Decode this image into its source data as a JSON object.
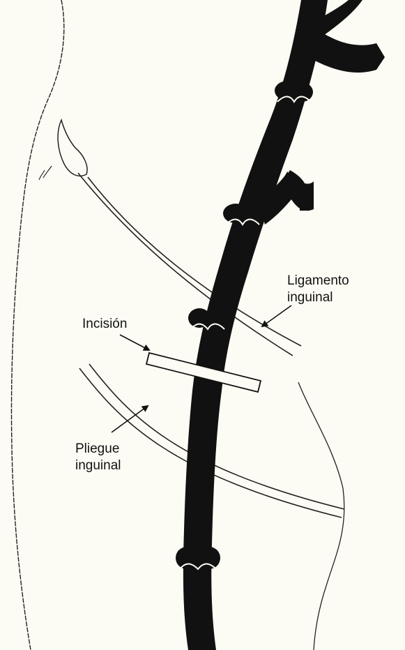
{
  "colors": {
    "background": "#fdfcf4",
    "artery": "#111111",
    "outline": "#222222"
  },
  "labels": {
    "ligament": {
      "line1": "Ligamento",
      "line2": "inguinal"
    },
    "incision": {
      "text": "Incisión"
    },
    "fold": {
      "line1": "Pliegue",
      "line2": "inguinal"
    }
  }
}
